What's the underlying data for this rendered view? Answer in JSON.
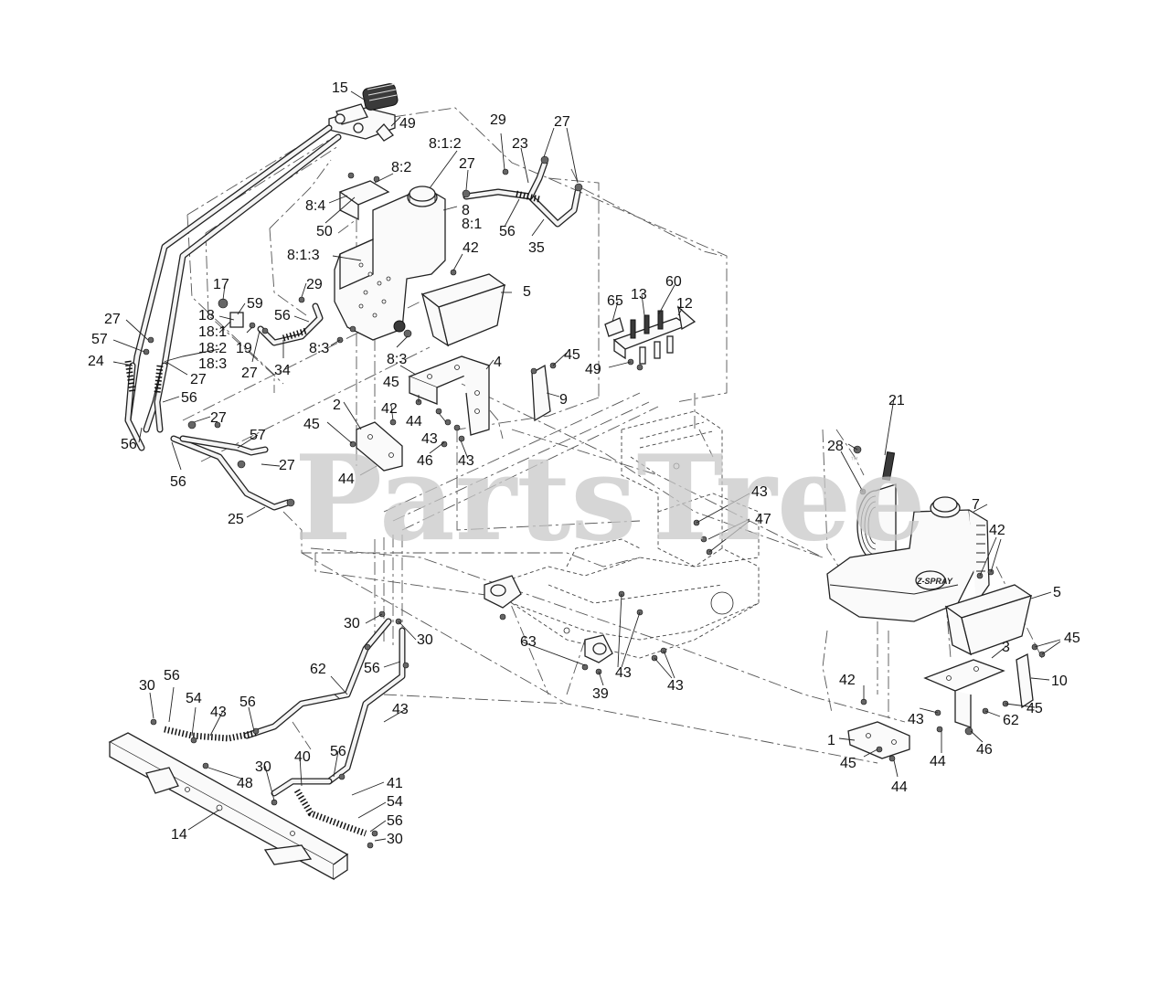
{
  "watermark": {
    "text": "PartsTree",
    "trademark": "™"
  },
  "tank_logo": "Z-SPRAY",
  "callouts": [
    {
      "id": "c15",
      "text": "15"
    },
    {
      "id": "c49a",
      "text": "49"
    },
    {
      "id": "c29a",
      "text": "29"
    },
    {
      "id": "c27a",
      "text": "27"
    },
    {
      "id": "c23",
      "text": "23"
    },
    {
      "id": "c812",
      "text": "8:1:2"
    },
    {
      "id": "c82",
      "text": "8:2"
    },
    {
      "id": "c27b",
      "text": "27"
    },
    {
      "id": "c84",
      "text": "8:4"
    },
    {
      "id": "c8",
      "text": "8"
    },
    {
      "id": "c81",
      "text": "8:1"
    },
    {
      "id": "c50",
      "text": "50"
    },
    {
      "id": "c56a",
      "text": "56"
    },
    {
      "id": "c35",
      "text": "35"
    },
    {
      "id": "c813",
      "text": "8:1:3"
    },
    {
      "id": "c42a",
      "text": "42"
    },
    {
      "id": "c29b",
      "text": "29"
    },
    {
      "id": "c5a",
      "text": "5"
    },
    {
      "id": "c17",
      "text": "17"
    },
    {
      "id": "c59",
      "text": "59"
    },
    {
      "id": "c60",
      "text": "60"
    },
    {
      "id": "c65",
      "text": "65"
    },
    {
      "id": "c13",
      "text": "13"
    },
    {
      "id": "c12",
      "text": "12"
    },
    {
      "id": "c18",
      "text": "18"
    },
    {
      "id": "c27c",
      "text": "27"
    },
    {
      "id": "c181",
      "text": "18:1"
    },
    {
      "id": "c56b",
      "text": "56"
    },
    {
      "id": "c57a",
      "text": "57"
    },
    {
      "id": "c182",
      "text": "18:2"
    },
    {
      "id": "c19",
      "text": "19"
    },
    {
      "id": "c83a",
      "text": "8:3"
    },
    {
      "id": "c183",
      "text": "18:3"
    },
    {
      "id": "c83b",
      "text": "8:3"
    },
    {
      "id": "c24",
      "text": "24"
    },
    {
      "id": "c27d",
      "text": "27"
    },
    {
      "id": "c27e",
      "text": "27"
    },
    {
      "id": "c34",
      "text": "34"
    },
    {
      "id": "c45a",
      "text": "45"
    },
    {
      "id": "c4",
      "text": "4"
    },
    {
      "id": "c45b",
      "text": "45"
    },
    {
      "id": "c49b",
      "text": "49"
    },
    {
      "id": "c9",
      "text": "9"
    },
    {
      "id": "c56c",
      "text": "56"
    },
    {
      "id": "c2",
      "text": "2"
    },
    {
      "id": "c42b",
      "text": "42"
    },
    {
      "id": "c44a",
      "text": "44"
    },
    {
      "id": "c27f",
      "text": "27"
    },
    {
      "id": "c45c",
      "text": "45"
    },
    {
      "id": "c43a",
      "text": "43"
    },
    {
      "id": "c56d",
      "text": "56"
    },
    {
      "id": "c57b",
      "text": "57"
    },
    {
      "id": "c46a",
      "text": "46"
    },
    {
      "id": "c43b",
      "text": "43"
    },
    {
      "id": "c21",
      "text": "21"
    },
    {
      "id": "c28",
      "text": "28"
    },
    {
      "id": "c56e",
      "text": "56"
    },
    {
      "id": "c27g",
      "text": "27"
    },
    {
      "id": "c44b",
      "text": "44"
    },
    {
      "id": "c43c",
      "text": "43"
    },
    {
      "id": "c7",
      "text": "7"
    },
    {
      "id": "c25",
      "text": "25"
    },
    {
      "id": "c47",
      "text": "47"
    },
    {
      "id": "c42c",
      "text": "42"
    },
    {
      "id": "c5b",
      "text": "5"
    },
    {
      "id": "c30a",
      "text": "30"
    },
    {
      "id": "c30b",
      "text": "30"
    },
    {
      "id": "c45d",
      "text": "45"
    },
    {
      "id": "c63",
      "text": "63"
    },
    {
      "id": "c3",
      "text": "3"
    },
    {
      "id": "c62a",
      "text": "62"
    },
    {
      "id": "c56f",
      "text": "56"
    },
    {
      "id": "c43d",
      "text": "43"
    },
    {
      "id": "c10",
      "text": "10"
    },
    {
      "id": "c30c",
      "text": "30"
    },
    {
      "id": "c56g",
      "text": "56"
    },
    {
      "id": "c43e",
      "text": "43"
    },
    {
      "id": "c42d",
      "text": "42"
    },
    {
      "id": "c54a",
      "text": "54"
    },
    {
      "id": "c43f",
      "text": "43"
    },
    {
      "id": "c56h",
      "text": "56"
    },
    {
      "id": "c45e",
      "text": "45"
    },
    {
      "id": "c39",
      "text": "39"
    },
    {
      "id": "c62b",
      "text": "62"
    },
    {
      "id": "c43g",
      "text": "43"
    },
    {
      "id": "c43h",
      "text": "43"
    },
    {
      "id": "c1",
      "text": "1"
    },
    {
      "id": "c45f",
      "text": "45"
    },
    {
      "id": "c44c",
      "text": "44"
    },
    {
      "id": "c46b",
      "text": "46"
    },
    {
      "id": "c40",
      "text": "40"
    },
    {
      "id": "c56i",
      "text": "56"
    },
    {
      "id": "c48",
      "text": "48"
    },
    {
      "id": "c30d",
      "text": "30"
    },
    {
      "id": "c44d",
      "text": "44"
    },
    {
      "id": "c41",
      "text": "41"
    },
    {
      "id": "c54b",
      "text": "54"
    },
    {
      "id": "c56j",
      "text": "56"
    },
    {
      "id": "c14",
      "text": "14"
    },
    {
      "id": "c30e",
      "text": "30"
    }
  ]
}
